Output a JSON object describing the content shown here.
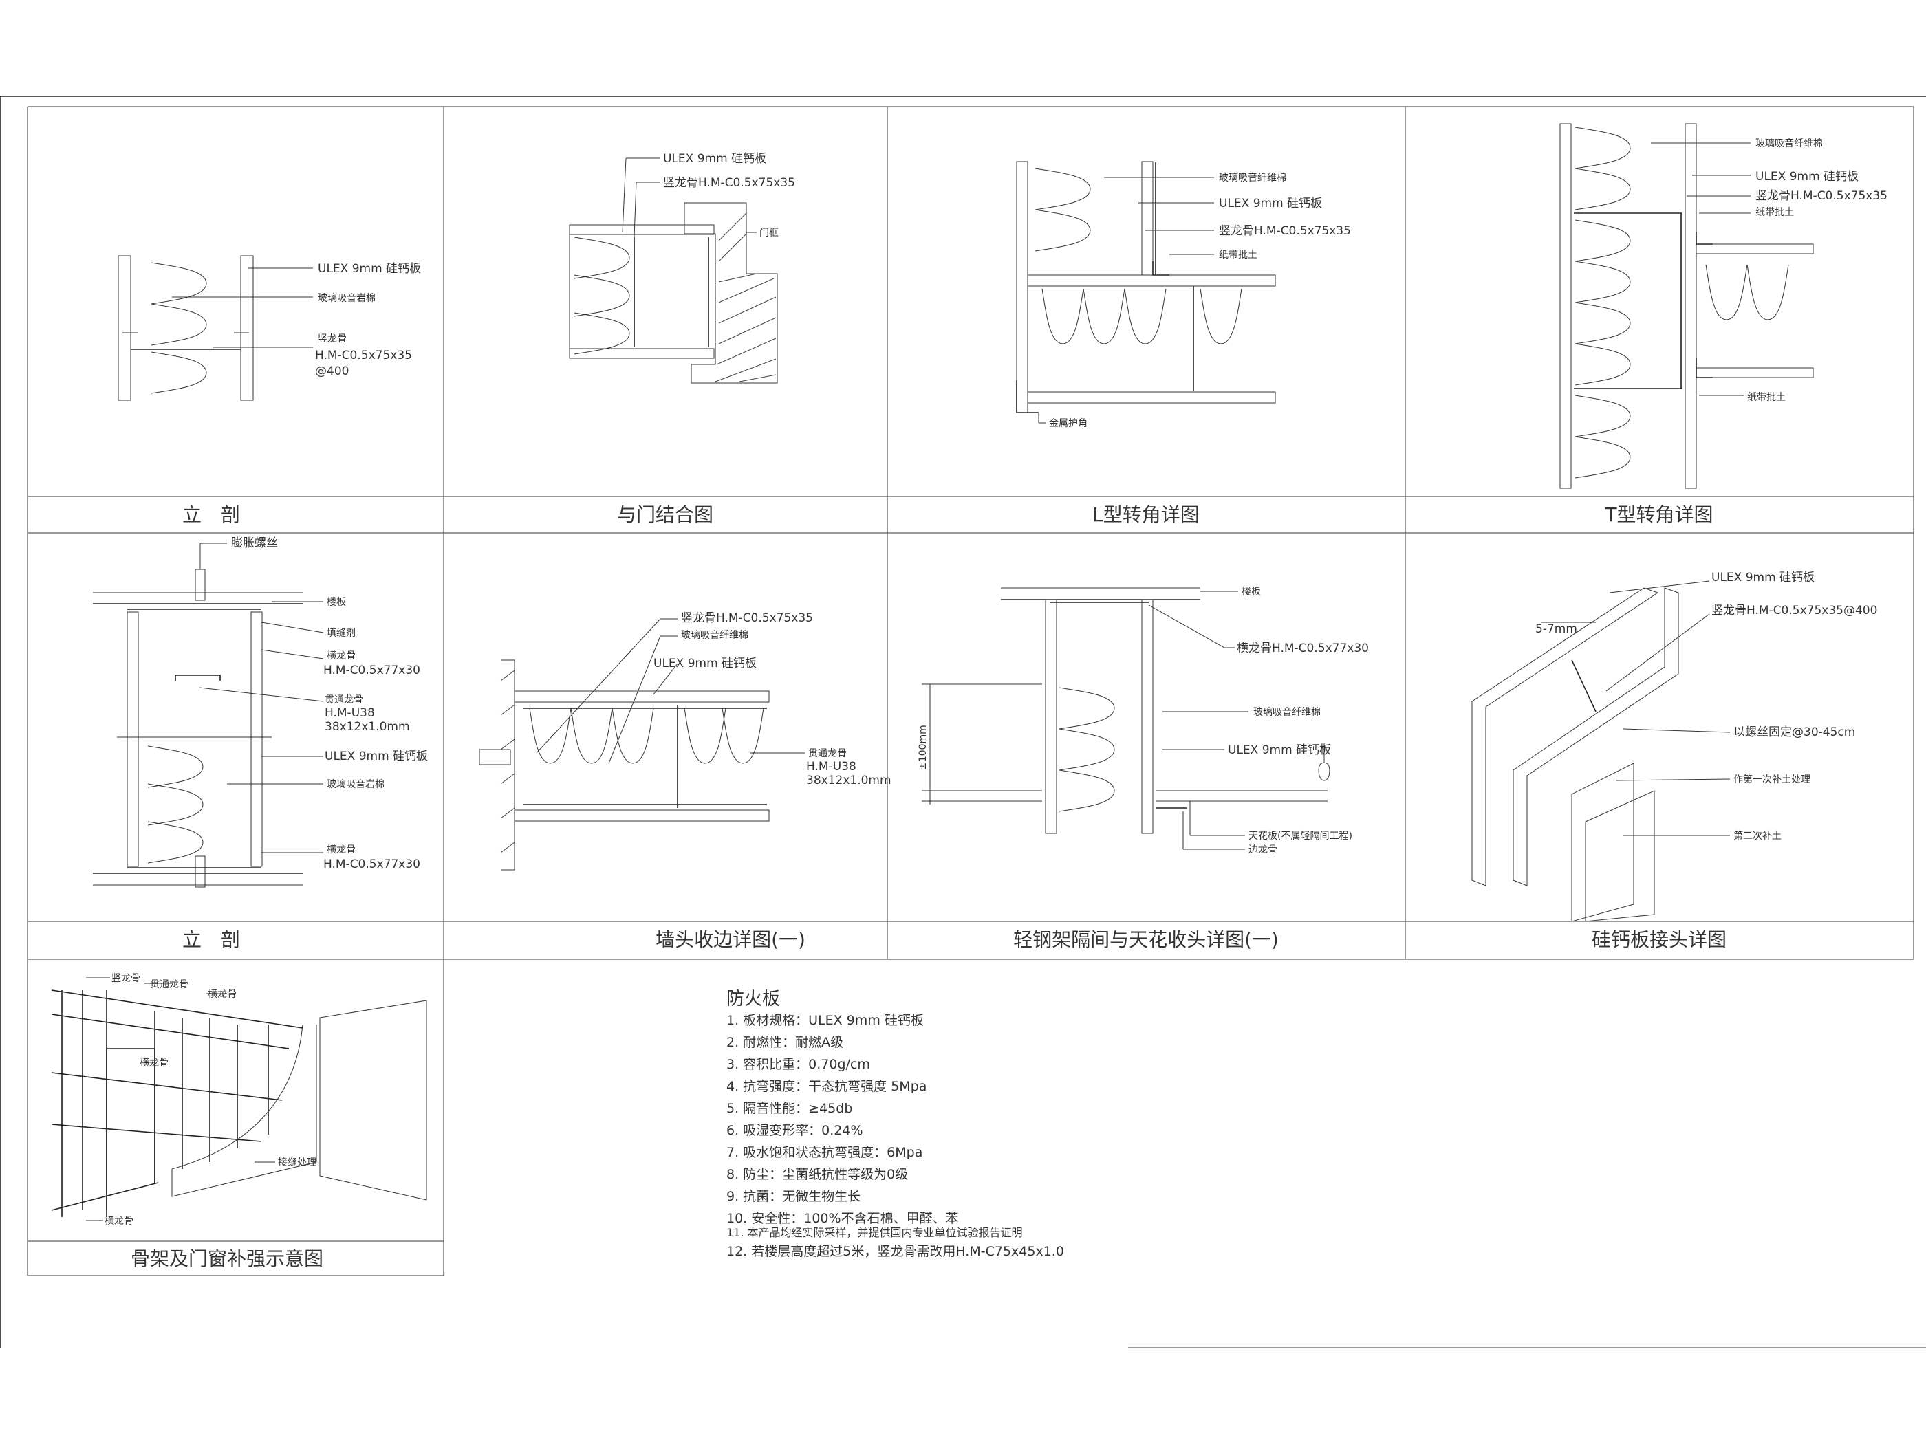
{
  "panels": {
    "p1": {
      "title": "立　剖",
      "labels": [
        "ULEX 9mm 硅钙板",
        "玻璃吸音岩棉",
        "竖龙骨",
        "H.M-C0.5x75x35",
        "@400"
      ]
    },
    "p2": {
      "title": "与门结合图",
      "labels": [
        "ULEX 9mm 硅钙板",
        "竖龙骨H.M-C0.5x75x35",
        "门框"
      ]
    },
    "p3": {
      "title": "L型转角详图",
      "labels": [
        "玻璃吸音纤维棉",
        "ULEX 9mm 硅钙板",
        "竖龙骨H.M-C0.5x75x35",
        "纸带批土",
        "金属护角"
      ]
    },
    "p4": {
      "title": "T型转角详图",
      "labels": [
        "玻璃吸音纤维棉",
        "ULEX 9mm 硅钙板",
        "竖龙骨H.M-C0.5x75x35",
        "纸带批土",
        "纸带批土"
      ]
    },
    "p5": {
      "title": "立　剖",
      "labels": [
        "膨胀螺丝",
        "楼板",
        "填缝剂",
        "横龙骨",
        "H.M-C0.5x77x30",
        "贯通龙骨",
        "H.M-U38",
        "38x12x1.0mm",
        "ULEX 9mm 硅钙板",
        "玻璃吸音岩棉",
        "横龙骨",
        "H.M-C0.5x77x30"
      ]
    },
    "p6": {
      "title": "墙头收边详图(一)",
      "labels": [
        "竖龙骨H.M-C0.5x75x35",
        "玻璃吸音纤维棉",
        "ULEX 9mm 硅钙板",
        "贯通龙骨",
        "H.M-U38",
        "38x12x1.0mm"
      ]
    },
    "p7": {
      "title": "轻钢架隔间与天花收头详图(一)",
      "labels": [
        "楼板",
        "横龙骨H.M-C0.5x77x30",
        "玻璃吸音纤维棉",
        "ULEX 9mm 硅钙板",
        "天花板(不属轻隔间工程)",
        "边龙骨",
        "±100mm"
      ]
    },
    "p8": {
      "title": "硅钙板接头详图",
      "labels": [
        "ULEX 9mm 硅钙板",
        "竖龙骨H.M-C0.5x75x35@400",
        "5-7mm",
        "以螺丝固定@30-45cm",
        "作第一次补土处理",
        "第二次补土"
      ]
    },
    "p9": {
      "title": "骨架及门窗补强示意图",
      "labels": [
        "竖龙骨",
        "贯通龙骨",
        "横龙骨",
        "横龙骨",
        "横龙骨",
        "接缝处理"
      ]
    }
  },
  "spec": {
    "title": "防火板",
    "items": [
      "1. 板材规格：ULEX 9mm 硅钙板",
      "2. 耐燃性：耐燃A级",
      "3. 容积比重：0.70g/cm",
      "4. 抗弯强度：干态抗弯强度 5Mpa",
      "5. 隔音性能：≥45db",
      "6. 吸湿变形率：0.24%",
      "7. 吸水饱和状态抗弯强度：6Mpa",
      "8. 防尘：尘菌纸抗性等级为0级",
      "9. 抗菌：无微生物生长",
      "10. 安全性：100%不含石棉、甲醛、苯",
      "11. 本产品均经实际采样，并提供国内专业单位试验报告证明",
      "12. 若楼层高度超过5米，竖龙骨需改用H.M-C75x45x1.0"
    ]
  }
}
